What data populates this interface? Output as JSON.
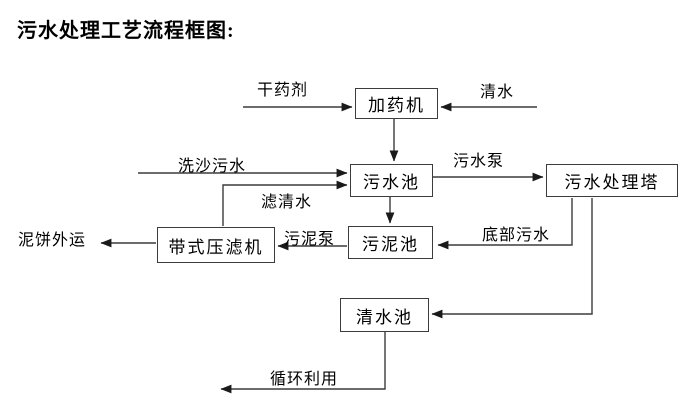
{
  "title": "污水处理工艺流程框图:",
  "diagram": {
    "type": "flowchart",
    "nodes": [
      {
        "id": "dosing-machine",
        "label": "加药机"
      },
      {
        "id": "sewage-pool",
        "label": "污水池"
      },
      {
        "id": "sewage-treatment-tower",
        "label": "污水处理塔"
      },
      {
        "id": "sludge-pool",
        "label": "污泥池"
      },
      {
        "id": "belt-filter-press",
        "label": "带式压滤机"
      },
      {
        "id": "clean-water-pool",
        "label": "清水池"
      }
    ],
    "edges": [
      {
        "label": "干药剂",
        "from": "external",
        "to": "加药机"
      },
      {
        "label": "清水",
        "from": "external",
        "to": "加药机"
      },
      {
        "label": "",
        "from": "加药机",
        "to": "污水池"
      },
      {
        "label": "洗沙污水",
        "from": "external",
        "to": "污水池"
      },
      {
        "label": "滤清水",
        "from": "带式压滤机",
        "to": "污水池"
      },
      {
        "label": "污水泵",
        "from": "污水池",
        "to": "污水处理塔"
      },
      {
        "label": "",
        "from": "污水池",
        "to": "污泥池"
      },
      {
        "label": "污泥泵",
        "from": "污泥池",
        "to": "带式压滤机"
      },
      {
        "label": "泥饼外运",
        "from": "带式压滤机",
        "to": "external"
      },
      {
        "label": "底部污水",
        "from": "污水处理塔",
        "to": "污泥池"
      },
      {
        "label": "",
        "from": "污水处理塔",
        "to": "清水池"
      },
      {
        "label": "循环利用",
        "from": "清水池",
        "to": "external"
      }
    ]
  },
  "colors": {
    "background": "#ffffff",
    "line": "#3c3c3c",
    "box_border": "#3c3c3c",
    "arrowhead": "#1a1a1a",
    "text": "#000000"
  }
}
